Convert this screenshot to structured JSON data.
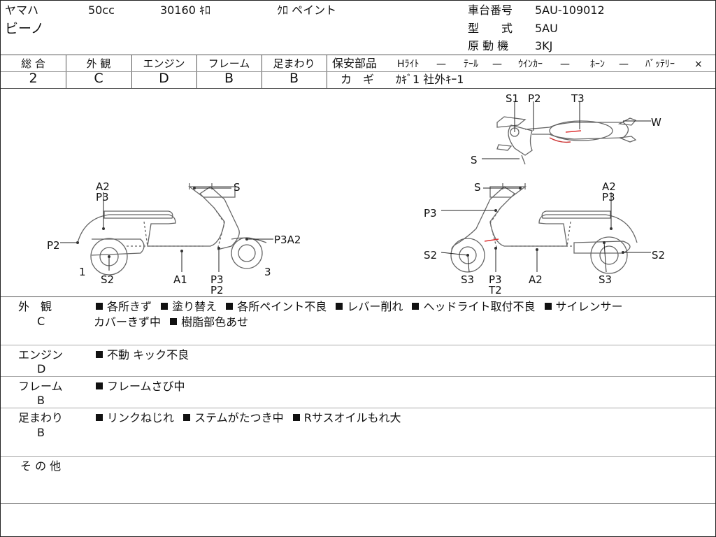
{
  "header": {
    "maker": "ヤマハ",
    "displacement": "50cc",
    "mileage": "30160 ｷﾛ",
    "color": "ｸﾛ ペイント",
    "model_name": "ビーノ",
    "chassis_label": "車台番号",
    "chassis_value": "5AU-109012",
    "type_label": "型　　式",
    "type_value": "5AU",
    "engine_label": "原 動 機",
    "engine_value": "3KJ"
  },
  "grades": {
    "headers": [
      "総 合",
      "外 観",
      "エンジン",
      "フレーム",
      "足まわり"
    ],
    "values": [
      "2",
      "C",
      "D",
      "B",
      "B"
    ]
  },
  "safety": {
    "label": "保安部品",
    "items": [
      {
        "name": "Hﾗｲﾄ",
        "mark": "—"
      },
      {
        "name": "ﾃｰﾙ",
        "mark": "—"
      },
      {
        "name": "ｳｲﾝｶｰ",
        "mark": "—"
      },
      {
        "name": "ﾎｰﾝ",
        "mark": "—"
      },
      {
        "name": "ﾊﾞｯﾃﾘｰ",
        "mark": "×"
      }
    ],
    "key_label": "カ　ギ",
    "key_value": "ｶｷﾞ1 社外ｷｰ1"
  },
  "diagram": {
    "top_labels": [
      "S1",
      "P2",
      "T3",
      "W",
      "S"
    ],
    "left_labels": [
      "A2",
      "P3",
      "S",
      "P2",
      "P3A2",
      "1",
      "S2",
      "A1",
      "P3",
      "P2",
      "3"
    ],
    "right_labels": [
      "S",
      "A2",
      "P3",
      "P3",
      "S2",
      "S2",
      "S3",
      "P3",
      "T2",
      "A2",
      "S3"
    ]
  },
  "sections": [
    {
      "label": "外　観",
      "grade": "C",
      "line1": [
        "各所きず",
        "塗り替え",
        "各所ペイント不良",
        "レバー削れ",
        "ヘッドライト取付不良",
        "サイレンサー"
      ],
      "line2": "カバーきず中",
      "line2_items": [
        "樹脂部色あせ"
      ]
    },
    {
      "label": "エンジン",
      "grade": "D",
      "line1": [
        "不動 キック不良"
      ]
    },
    {
      "label": "フレーム",
      "grade": "B",
      "line1": [
        "フレームさび中"
      ]
    },
    {
      "label": "足まわり",
      "grade": "B",
      "line1": [
        "リンクねじれ",
        "ステムがたつき中",
        "Rサスオイルもれ大"
      ]
    },
    {
      "label": "そ の 他",
      "grade": ""
    }
  ]
}
